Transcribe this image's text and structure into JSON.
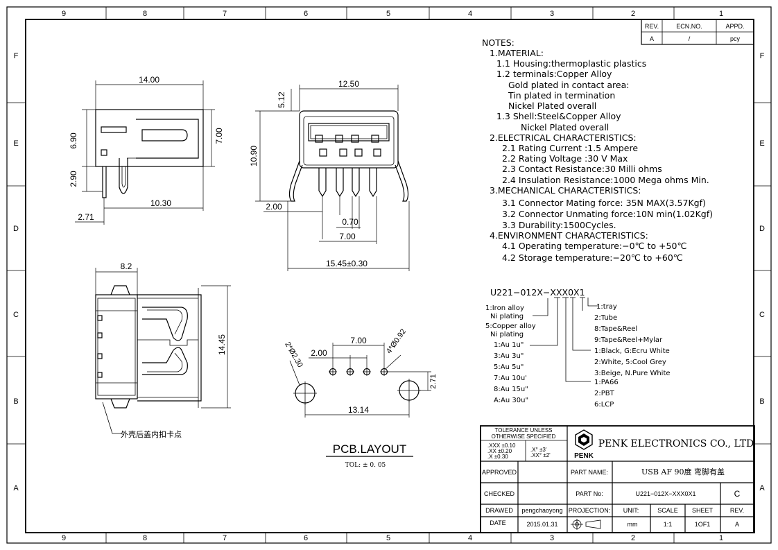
{
  "border": {
    "columns": [
      "9",
      "8",
      "7",
      "6",
      "5",
      "4",
      "3",
      "2",
      "1"
    ],
    "rows": [
      "F",
      "E",
      "D",
      "C",
      "B",
      "A"
    ]
  },
  "revision_table": {
    "headers": [
      "REV.",
      "ECN.NO.",
      "APPD."
    ],
    "values": [
      "A",
      "/",
      "pcy"
    ]
  },
  "side_view": {
    "dims": [
      "14.00",
      "6.90",
      "7.00",
      "2.90",
      "10.30",
      "2.71"
    ]
  },
  "front_view": {
    "dims": [
      "12.50",
      "5.12",
      "10.90",
      "2.00",
      "0.70",
      "7.00",
      "15.45±0.30"
    ]
  },
  "top_view": {
    "dims": [
      "8.2",
      "14.45"
    ],
    "callout": "外壳后盖内扣卡点"
  },
  "pcb_layout": {
    "dims": [
      "7.00",
      "2.00",
      "4*Ø0.92",
      "2*Ø2.30",
      "2.71",
      "13.14"
    ],
    "title": "PCB.LAYOUT",
    "tol": "TOL: ± 0. 05"
  },
  "notes": {
    "lines": [
      "NOTES:",
      "1.MATERIAL:",
      "1.1  Housing:thermoplastic  plastics",
      "1.2  terminals:Copper  Alloy",
      "Gold  plated  in  contact  area:",
      "Tin  plated  in  termination",
      "Nickel  Plated  overall",
      "1.3  Shell:Steel&Copper  Alloy",
      "Nickel  Plated  overall",
      "2.ELECTRICAL  CHARACTERISTICS:",
      "2.1  Rating  Current  :1.5  Ampere",
      "2.2  Rating  Voltage  :30  V  Max",
      "2.3  Contact  Resistance:30  Milli  ohms",
      "2.4  Insulation  Resistance:1000  Mega  ohms  Min.",
      "3.MECHANICAL  CHARACTERISTICS:",
      "3.1  Connector  Mating  force:  35N  MAX(3.57Kgf)",
      "3.2  Connector  Unmating  force:10N  min(1.02Kgf)",
      "3.3  Durability:1500Cycles.",
      "4.ENVIRONMENT  CHARACTERISTICS:",
      "4.1  Operating  temperature:−0℃  to  +50℃",
      "4.2  Storage  temperature:−20℃  to  +60℃"
    ]
  },
  "part_code": {
    "code": "U221−012X−XXX0X1",
    "left_options": [
      "1:Iron  alloy",
      "Ni  plating",
      "5:Copper  alloy",
      "Ni  plating",
      "1:Au  1u\"",
      "3:Au  3u\"",
      "5:Au  5u\"",
      "7:Au  10u'",
      "8:Au  15u\"",
      "A:Au  30u\""
    ],
    "right_options": [
      "1:tray",
      "2:Tube",
      "8:Tape&Reel",
      "9:Tape&Reel+Mylar",
      "1:Black, G:Ecru  White",
      "2:White, 5:Cool  Grey",
      "3:Beige, N.Pure  White",
      "1:PA66",
      "2:PBT",
      "6:LCP"
    ]
  },
  "title_block": {
    "tolerance_title": "TOLERANCE  UNLESS",
    "tolerance_title2": "OTHERWISE  SPECIFIED",
    "tol_rows": [
      ".XXX  ±0.10",
      ".XX    ±0.20",
      ".X      ±0.30"
    ],
    "ang_rows": [
      ".X°    ±3'",
      ".XX°   ±2'"
    ],
    "company": "PENK  ELECTRONICS  CO.,  LTD",
    "logo_text": "PENK",
    "approved": "APPROVED",
    "checked": "CHECKED",
    "drawed": "DRAWED",
    "drawer": "pengchaoyong",
    "date_label": "DATE",
    "date": "2015.01.31",
    "part_name_label": "PART  NAME:",
    "part_name": "USB  AF  90度  弯脚有盖",
    "part_no_label": "PART  No:",
    "part_no": "U221−012X−XXX0X1",
    "size": "C",
    "projection": "PROJECTION:",
    "unit_label": "UNIT:",
    "unit": "mm",
    "scale_label": "SCALE",
    "scale": "1:1",
    "sheet_label": "SHEET",
    "sheet": "1OF1",
    "rev_label": "REV.",
    "rev": "A"
  }
}
